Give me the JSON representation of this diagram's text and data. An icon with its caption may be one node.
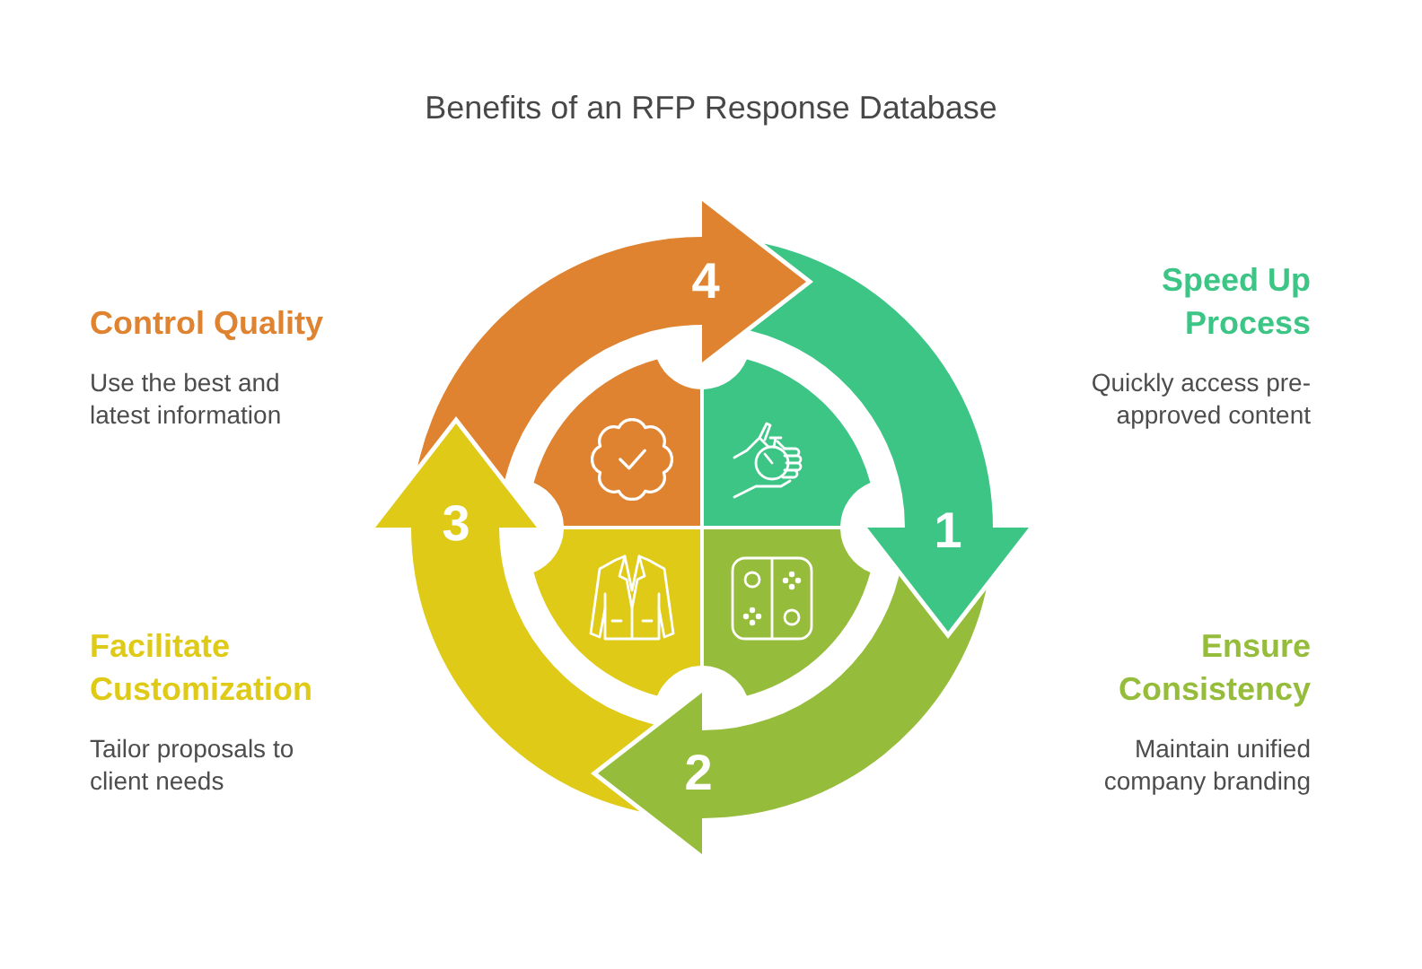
{
  "diagram": {
    "title": "Benefits of an RFP Response Database",
    "nodes": [
      {
        "text": [
          "1"
        ],
        "beside": [
          "Speed Up Process",
          "Quickly access pre-approved content"
        ]
      },
      {
        "text": [
          "2"
        ],
        "beside": [
          "Ensure Consistency",
          "Maintain unified company branding"
        ]
      },
      {
        "text": [
          "3"
        ],
        "beside": [
          "Facilitate Customization",
          "Tailor proposals to client needs"
        ]
      },
      {
        "text": [
          "4"
        ],
        "beside": [
          "Control Quality",
          "Use the best and latest information"
        ]
      }
    ]
  }
}
